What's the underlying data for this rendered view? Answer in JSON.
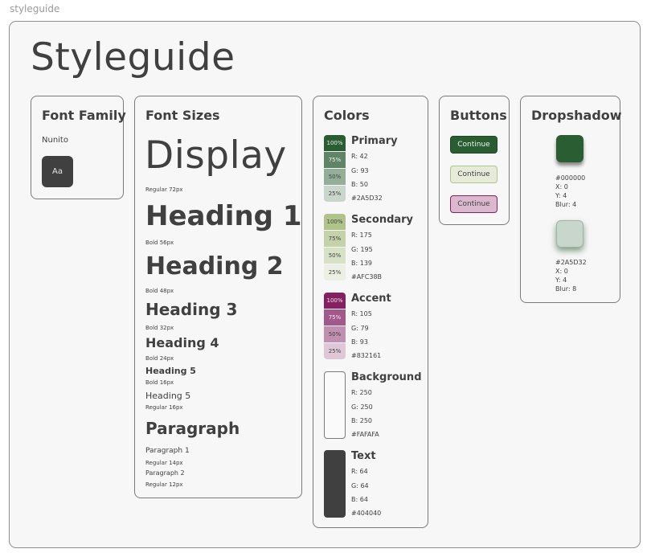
{
  "frame_label": "styleguide",
  "title": "Styleguide",
  "font_family": {
    "title": "Font Family",
    "font_name": "Nunito",
    "sample": "Aa"
  },
  "font_sizes": {
    "title": "Font Sizes",
    "display": "Display",
    "display_note": "Regular 72px",
    "h1": "Heading 1",
    "h1_note": "Bold 56px",
    "h2": "Heading 2",
    "h2_note": "Bold 48px",
    "h3": "Heading 3",
    "h3_note": "Bold 32px",
    "h4": "Heading 4",
    "h4_note": "Bold 24px",
    "h5_bold": "Heading 5",
    "h5_bold_note": "Bold 16px",
    "h5_regular": "Heading 5",
    "h5_regular_note": "Regular 16px",
    "paragraph": "Paragraph",
    "p1": "Paragraph 1",
    "p1_note": "Regular 14px",
    "p2": "Paragraph 2",
    "p2_note": "Regular 12px"
  },
  "colors": {
    "title": "Colors",
    "primary": {
      "name": "Primary",
      "r": "R: 42",
      "g": "G: 93",
      "b": "B: 50",
      "hex": "#2A5D32",
      "tints": [
        "100%",
        "75%",
        "50%",
        "25%"
      ]
    },
    "secondary": {
      "name": "Secondary",
      "r": "R: 175",
      "g": "G: 195",
      "b": "B: 139",
      "hex": "#AFC38B",
      "tints": [
        "100%",
        "75%",
        "50%",
        "25%"
      ]
    },
    "accent": {
      "name": "Accent",
      "r": "R: 105",
      "g": "G: 79",
      "b": "B: 93",
      "hex": "#832161",
      "tints": [
        "100%",
        "75%",
        "50%",
        "25%"
      ]
    },
    "background": {
      "name": "Background",
      "r": "R: 250",
      "g": "G: 250",
      "b": "B: 250",
      "hex": "#FAFAFA"
    },
    "text": {
      "name": "Text",
      "r": "R: 64",
      "g": "G: 64",
      "b": "B: 64",
      "hex": "#404040"
    }
  },
  "buttons": {
    "title": "Buttons",
    "primary_label": "Continue",
    "secondary_label": "Continue",
    "accent_label": "Continue"
  },
  "dropshadow": {
    "title": "Dropshadow",
    "shadow1": {
      "color": "#000000",
      "x": "X: 0",
      "y": "Y: 4",
      "blur": "Blur: 4"
    },
    "shadow2": {
      "color": "#2A5D32",
      "x": "X: 0",
      "y": "Y: 4",
      "blur": "Blur: 8"
    }
  }
}
